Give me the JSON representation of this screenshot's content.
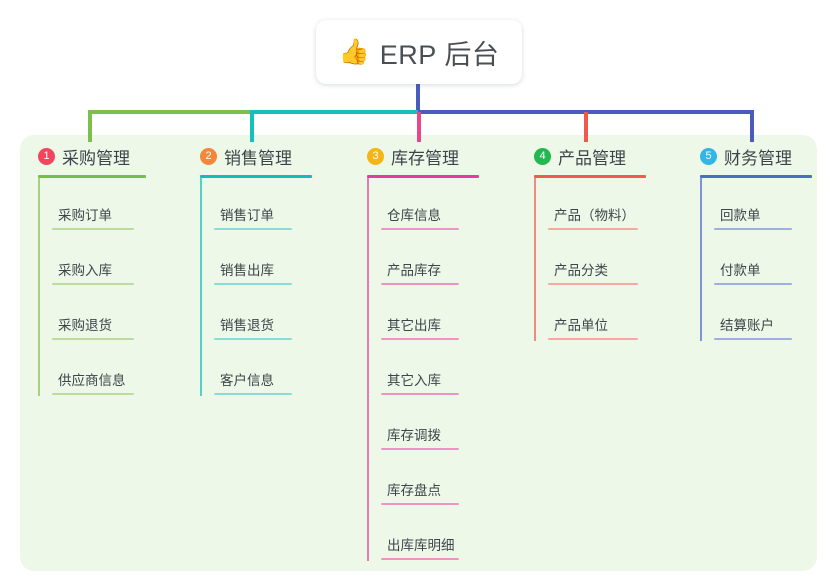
{
  "root": {
    "icon": "thumbs-up-icon",
    "emoji": "👍",
    "title": "ERP 后台"
  },
  "colors": {
    "panel_bg": "#eef8e9",
    "page_bg": "#ffffff",
    "text": "#3f444a",
    "connector_green": "#7cc04b",
    "connector_teal": "#13c1ba",
    "connector_blue": "#4a5bbf",
    "connector_pink": "#e8468f",
    "connector_red": "#f2574f"
  },
  "columns": [
    {
      "index": "1",
      "badge_color": "#f4455f",
      "title": "采购管理",
      "rule_color": "#79bf47",
      "spine_color": "#a6d280",
      "item_rule_color": "#bcdb9c",
      "drop_color": "#7cc04b",
      "items": [
        "采购订单",
        "采购入库",
        "采购退货",
        "供应商信息"
      ]
    },
    {
      "index": "2",
      "badge_color": "#f5873a",
      "title": "销售管理",
      "rule_color": "#12bdb7",
      "spine_color": "#56cfc9",
      "item_rule_color": "#8adcd7",
      "drop_color": "#13c1ba",
      "items": [
        "销售订单",
        "销售出库",
        "销售退货",
        "客户信息"
      ]
    },
    {
      "index": "3",
      "badge_color": "#f5b417",
      "title": "库存管理",
      "rule_color": "#e83ba0",
      "spine_color": "#e87ab3",
      "item_rule_color": "#f093c4",
      "drop_color": "#e8468f",
      "items": [
        "仓库信息",
        "产品库存",
        "其它出库",
        "其它入库",
        "库存调拨",
        "库存盘点",
        "出库库明细"
      ]
    },
    {
      "index": "4",
      "badge_color": "#21b84f",
      "title": "产品管理",
      "rule_color": "#f4584f",
      "spine_color": "#f08b83",
      "item_rule_color": "#f6a8a1",
      "drop_color": "#f2574f",
      "items": [
        "产品（物料）",
        "产品分类",
        "产品单位"
      ]
    },
    {
      "index": "5",
      "badge_color": "#33b6e5",
      "title": "财务管理",
      "rule_color": "#4a6ec4",
      "spine_color": "#7c96d8",
      "item_rule_color": "#9db0e0",
      "drop_color": "#4a5bbf",
      "items": [
        "回款单",
        "付款单",
        "结算账户"
      ]
    }
  ]
}
